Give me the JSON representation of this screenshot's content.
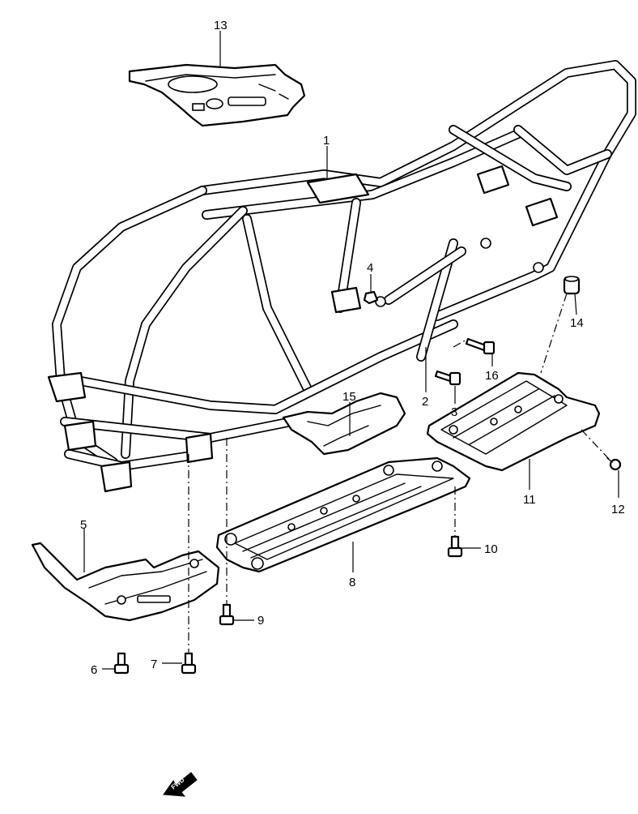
{
  "callouts": {
    "p1": "1",
    "p2": "2",
    "p3": "3",
    "p4": "4",
    "p5": "5",
    "p6": "6",
    "p7": "7",
    "p8": "8",
    "p9": "9",
    "p10": "10",
    "p11": "11",
    "p12": "12",
    "p13": "13",
    "p14": "14",
    "p15": "15",
    "p16": "16"
  },
  "fwd_arrow": {
    "label": "FWD"
  }
}
